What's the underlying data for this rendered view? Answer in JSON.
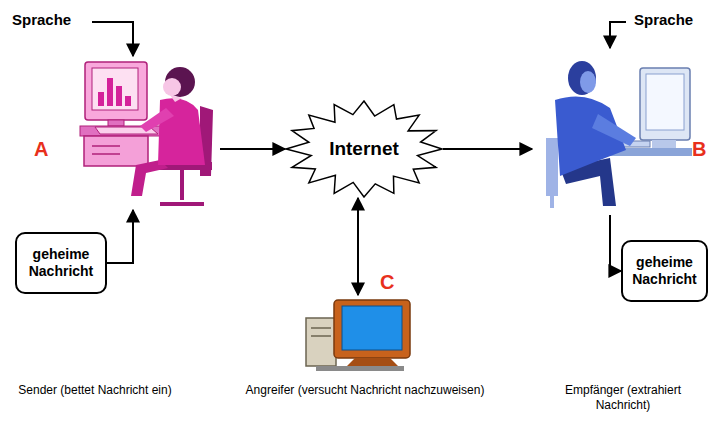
{
  "diagram": {
    "nodes": [
      {
        "text": [
          "A"
        ]
      },
      {
        "text": [
          "geheime Nachricht"
        ]
      },
      {
        "text": [
          "Internet"
        ]
      },
      {
        "text": [
          "B"
        ]
      },
      {
        "text": [
          "geheime Nachricht"
        ]
      },
      {
        "text": [
          "C"
        ]
      }
    ],
    "edges": [
      {
        "from": 1,
        "to": 0,
        "arrow": "to"
      },
      {
        "from": 0,
        "to": 2,
        "arrow": "to"
      },
      {
        "from": 2,
        "to": 3,
        "arrow": "to"
      },
      {
        "from": 2,
        "to": 5,
        "arrow": "both"
      },
      {
        "from": 3,
        "to": 4,
        "arrow": "to"
      }
    ],
    "labels": [
      "Sprache",
      "Sprache",
      "Sender (bettet Nachricht ein)",
      "Angreifer (versucht Nachricht nachzuweisen)",
      "Empfänger (extrahiert Nachricht)"
    ]
  }
}
